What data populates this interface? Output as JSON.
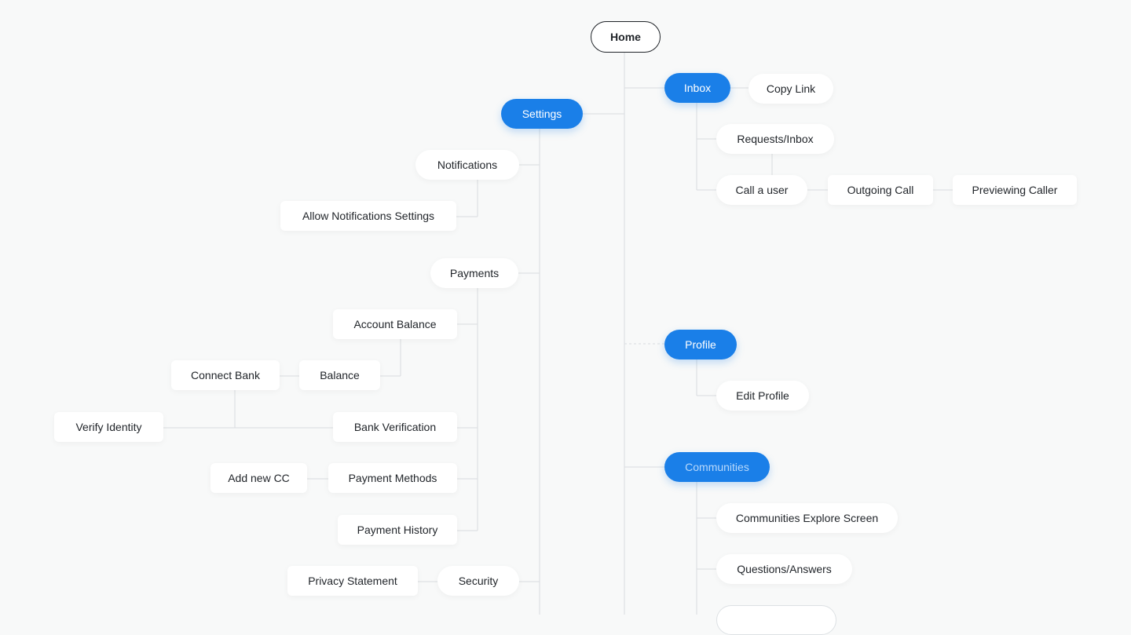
{
  "nodes": {
    "home": "Home",
    "settings": "Settings",
    "inbox": "Inbox",
    "copy_link": "Copy Link",
    "requests_inbox": "Requests/Inbox",
    "call_a_user": "Call a user",
    "outgoing_call": "Outgoing Call",
    "previewing_caller": "Previewing Caller",
    "notifications": "Notifications",
    "allow_notifications_settings": "Allow Notifications Settings",
    "payments": "Payments",
    "account_balance": "Account Balance",
    "connect_bank": "Connect Bank",
    "balance": "Balance",
    "verify_identity": "Verify Identity",
    "bank_verification": "Bank Verification",
    "add_new_cc": "Add new CC",
    "payment_methods": "Payment Methods",
    "payment_history": "Payment History",
    "privacy_statement": "Privacy Statement",
    "security": "Security",
    "profile": "Profile",
    "edit_profile": "Edit Profile",
    "communities": "Communities",
    "communities_explore_screen": "Communities Explore Screen",
    "questions_answers": "Questions/Answers",
    "partial_node": ""
  },
  "colors": {
    "primary": "#1a7fe8",
    "connector": "#d9dcdf",
    "background": "#f8f9f9"
  }
}
